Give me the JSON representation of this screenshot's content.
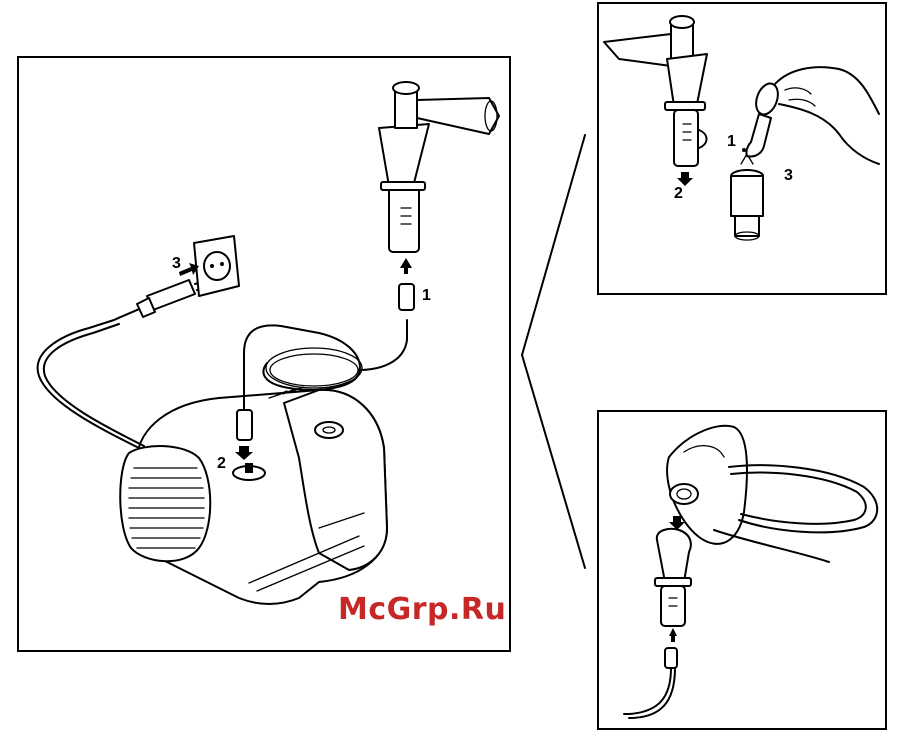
{
  "watermark": "McGrp.Ru",
  "main": {
    "label_1": "1",
    "label_2": "2",
    "label_3": "3"
  },
  "top": {
    "label_1": "1",
    "label_2": "2",
    "label_3": "3"
  },
  "colors": {
    "line": "#000000",
    "background": "#ffffff",
    "watermark": "#c62828"
  }
}
